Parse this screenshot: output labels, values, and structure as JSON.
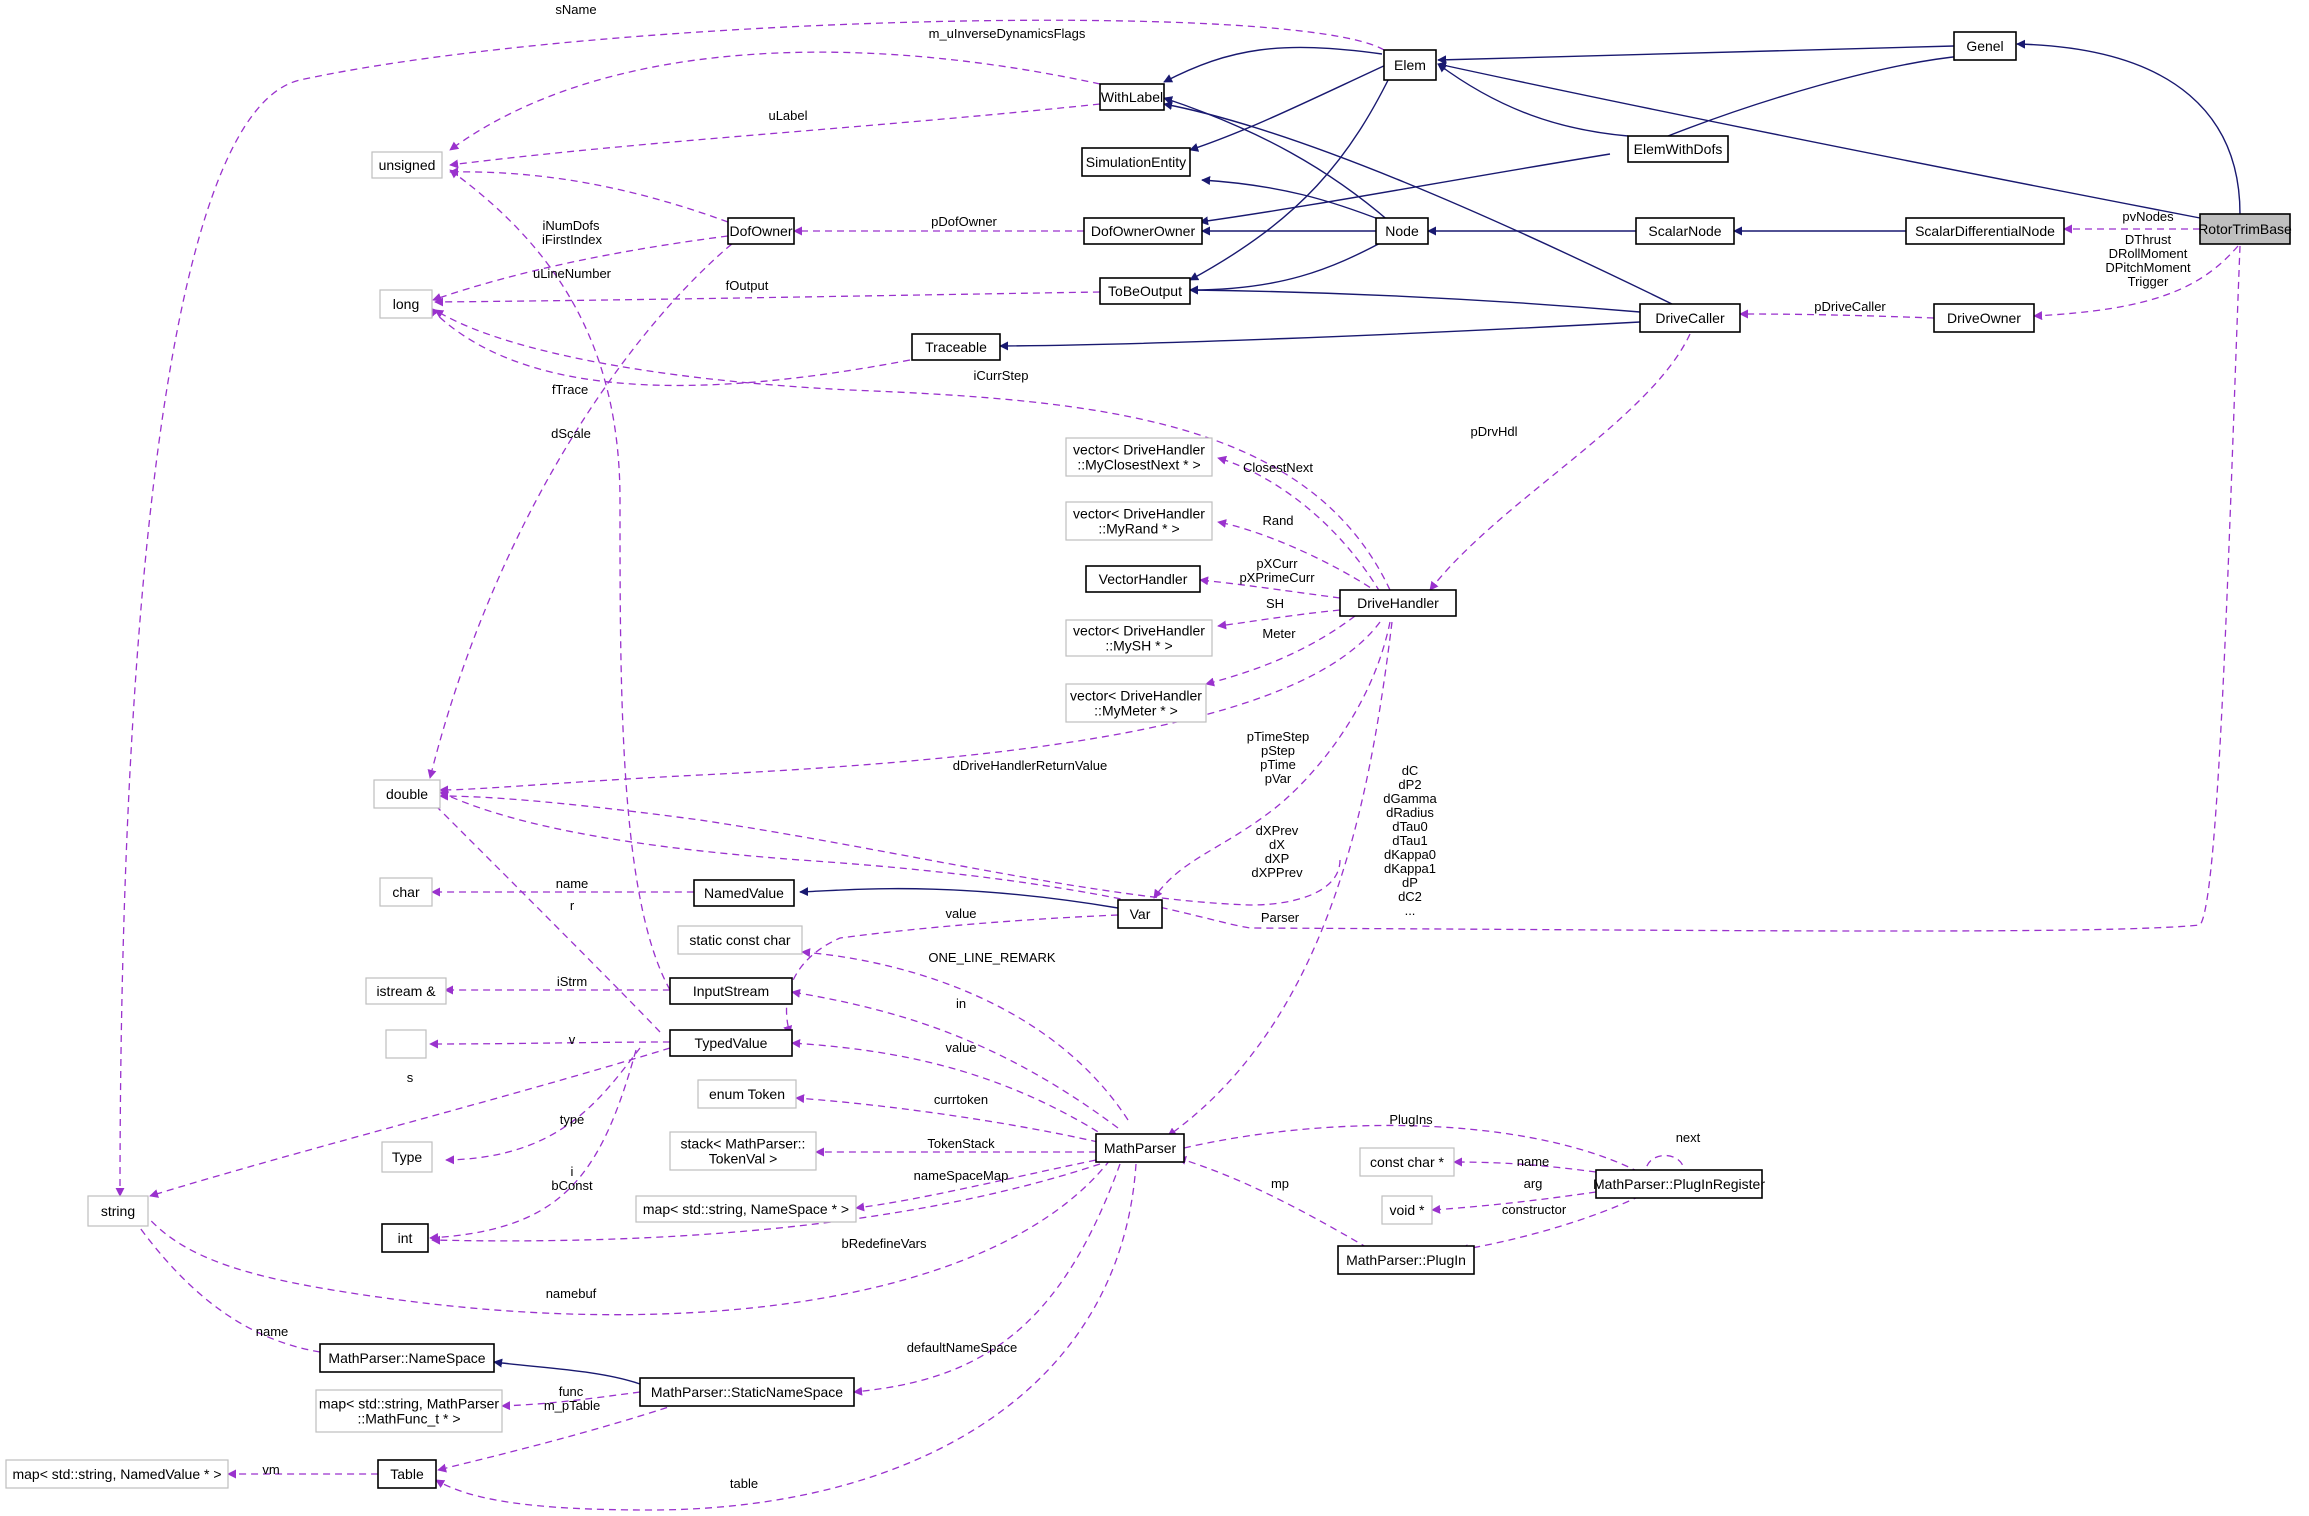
{
  "colors": {
    "inheritance": "#191970",
    "usage": "#9a32cd",
    "node_border": "#000000",
    "external_border": "#bfbfbf",
    "highlight_fill": "#bfbfbf"
  },
  "nodes": [
    {
      "id": "RotorTrimBase",
      "label": [
        "RotorTrimBase"
      ],
      "style": "highlight"
    },
    {
      "id": "Genel",
      "label": [
        "Genel"
      ],
      "style": "normal"
    },
    {
      "id": "Elem",
      "label": [
        "Elem"
      ],
      "style": "normal"
    },
    {
      "id": "WithLabel",
      "label": [
        "WithLabel"
      ],
      "style": "normal"
    },
    {
      "id": "SimulationEntity",
      "label": [
        "SimulationEntity"
      ],
      "style": "normal"
    },
    {
      "id": "ElemWithDofs",
      "label": [
        "ElemWithDofs"
      ],
      "style": "normal"
    },
    {
      "id": "DofOwnerOwner",
      "label": [
        "DofOwnerOwner"
      ],
      "style": "normal"
    },
    {
      "id": "Node",
      "label": [
        "Node"
      ],
      "style": "normal"
    },
    {
      "id": "ScalarNode",
      "label": [
        "ScalarNode"
      ],
      "style": "normal"
    },
    {
      "id": "ScalarDifferentialNode",
      "label": [
        "ScalarDifferentialNode"
      ],
      "style": "normal"
    },
    {
      "id": "DofOwner",
      "label": [
        "DofOwner"
      ],
      "style": "normal"
    },
    {
      "id": "ToBeOutput",
      "label": [
        "ToBeOutput"
      ],
      "style": "normal"
    },
    {
      "id": "DriveCaller",
      "label": [
        "DriveCaller"
      ],
      "style": "normal"
    },
    {
      "id": "DriveOwner",
      "label": [
        "DriveOwner"
      ],
      "style": "normal"
    },
    {
      "id": "Traceable",
      "label": [
        "Traceable"
      ],
      "style": "normal"
    },
    {
      "id": "unsigned",
      "label": [
        "unsigned"
      ],
      "style": "external"
    },
    {
      "id": "long",
      "label": [
        "long"
      ],
      "style": "external"
    },
    {
      "id": "double",
      "label": [
        "double"
      ],
      "style": "external"
    },
    {
      "id": "string",
      "label": [
        "string"
      ],
      "style": "external"
    },
    {
      "id": "vecClosest",
      "label": [
        "vector< DriveHandler",
        "::MyClosestNext * >"
      ],
      "style": "external"
    },
    {
      "id": "vecRand",
      "label": [
        "vector< DriveHandler",
        "::MyRand * >"
      ],
      "style": "external"
    },
    {
      "id": "VectorHandler",
      "label": [
        "VectorHandler"
      ],
      "style": "normal"
    },
    {
      "id": "vecSH",
      "label": [
        "vector< DriveHandler",
        "::MySH * >"
      ],
      "style": "external"
    },
    {
      "id": "vecMeter",
      "label": [
        "vector< DriveHandler",
        "::MyMeter * >"
      ],
      "style": "external"
    },
    {
      "id": "DriveHandler",
      "label": [
        "DriveHandler"
      ],
      "style": "normal"
    },
    {
      "id": "char",
      "label": [
        "char"
      ],
      "style": "external"
    },
    {
      "id": "NamedValue",
      "label": [
        "NamedValue"
      ],
      "style": "normal"
    },
    {
      "id": "Var",
      "label": [
        "Var"
      ],
      "style": "normal"
    },
    {
      "id": "staticConstChar",
      "label": [
        "static const char"
      ],
      "style": "external"
    },
    {
      "id": "istream",
      "label": [
        "istream &"
      ],
      "style": "external"
    },
    {
      "id": "InputStream",
      "label": [
        "InputStream"
      ],
      "style": "normal"
    },
    {
      "id": "blank",
      "label": [
        ""
      ],
      "style": "external"
    },
    {
      "id": "TypedValue",
      "label": [
        "TypedValue"
      ],
      "style": "normal"
    },
    {
      "id": "enumToken",
      "label": [
        "enum Token"
      ],
      "style": "external"
    },
    {
      "id": "Type",
      "label": [
        "Type"
      ],
      "style": "external"
    },
    {
      "id": "stackToken",
      "label": [
        "stack< MathParser::",
        "TokenVal >"
      ],
      "style": "external"
    },
    {
      "id": "MathParser",
      "label": [
        "MathParser"
      ],
      "style": "normal"
    },
    {
      "id": "mapNameSpace",
      "label": [
        "map< std::string, NameSpace * >"
      ],
      "style": "external"
    },
    {
      "id": "int",
      "label": [
        "int"
      ],
      "style": "normal"
    },
    {
      "id": "constCharPtr",
      "label": [
        "const char *"
      ],
      "style": "external"
    },
    {
      "id": "PlugInRegister",
      "label": [
        "MathParser::PlugInRegister"
      ],
      "style": "normal"
    },
    {
      "id": "voidPtr",
      "label": [
        "void *"
      ],
      "style": "external"
    },
    {
      "id": "PlugIn",
      "label": [
        "MathParser::PlugIn"
      ],
      "style": "normal"
    },
    {
      "id": "NameSpace",
      "label": [
        "MathParser::NameSpace"
      ],
      "style": "normal"
    },
    {
      "id": "StaticNameSpace",
      "label": [
        "MathParser::StaticNameSpace"
      ],
      "style": "normal"
    },
    {
      "id": "mapMathFunc",
      "label": [
        "map< std::string, MathParser",
        "::MathFunc_t * >"
      ],
      "style": "external"
    },
    {
      "id": "mapNamedValue",
      "label": [
        "map< std::string, NamedValue * >"
      ],
      "style": "external"
    },
    {
      "id": "Table",
      "label": [
        "Table"
      ],
      "style": "normal"
    }
  ],
  "edge_labels": [
    "sName",
    "m_uInverseDynamicsFlags",
    "uLabel",
    "iNumDofs",
    "iFirstIndex",
    "uLineNumber",
    "pDofOwner",
    "fOutput",
    "fTrace",
    "iCurrStep",
    "dScale",
    "pDrvHdl",
    "pDriveCaller",
    "pvNodes",
    "DThrust",
    "DRollMoment",
    "DPitchMoment",
    "Trigger",
    "ClosestNext",
    "Rand",
    "pXCurr",
    "pXPrimeCurr",
    "SH",
    "Meter",
    "dDriveHandlerReturnValue",
    "pTimeStep",
    "pStep",
    "pTime",
    "pVar",
    "dC",
    "dP2",
    "dGamma",
    "dRadius",
    "dTau0",
    "dTau1",
    "dKappa0",
    "dKappa1",
    "dP",
    "dC2",
    "...",
    "dXPrev",
    "dX",
    "dXP",
    "dXPPrev",
    "name",
    "r",
    "value",
    "Parser",
    "ONE_LINE_REMARK",
    "iStrm",
    "in",
    "v",
    "value",
    "s",
    "currtoken",
    "type",
    "TokenStack",
    "i",
    "bConst",
    "nameSpaceMap",
    "bRedefineVars",
    "PlugIns",
    "next",
    "name",
    "arg",
    "constructor",
    "mp",
    "namebuf",
    "name",
    "defaultNameSpace",
    "func",
    "m_pTable",
    "vm",
    "table"
  ]
}
